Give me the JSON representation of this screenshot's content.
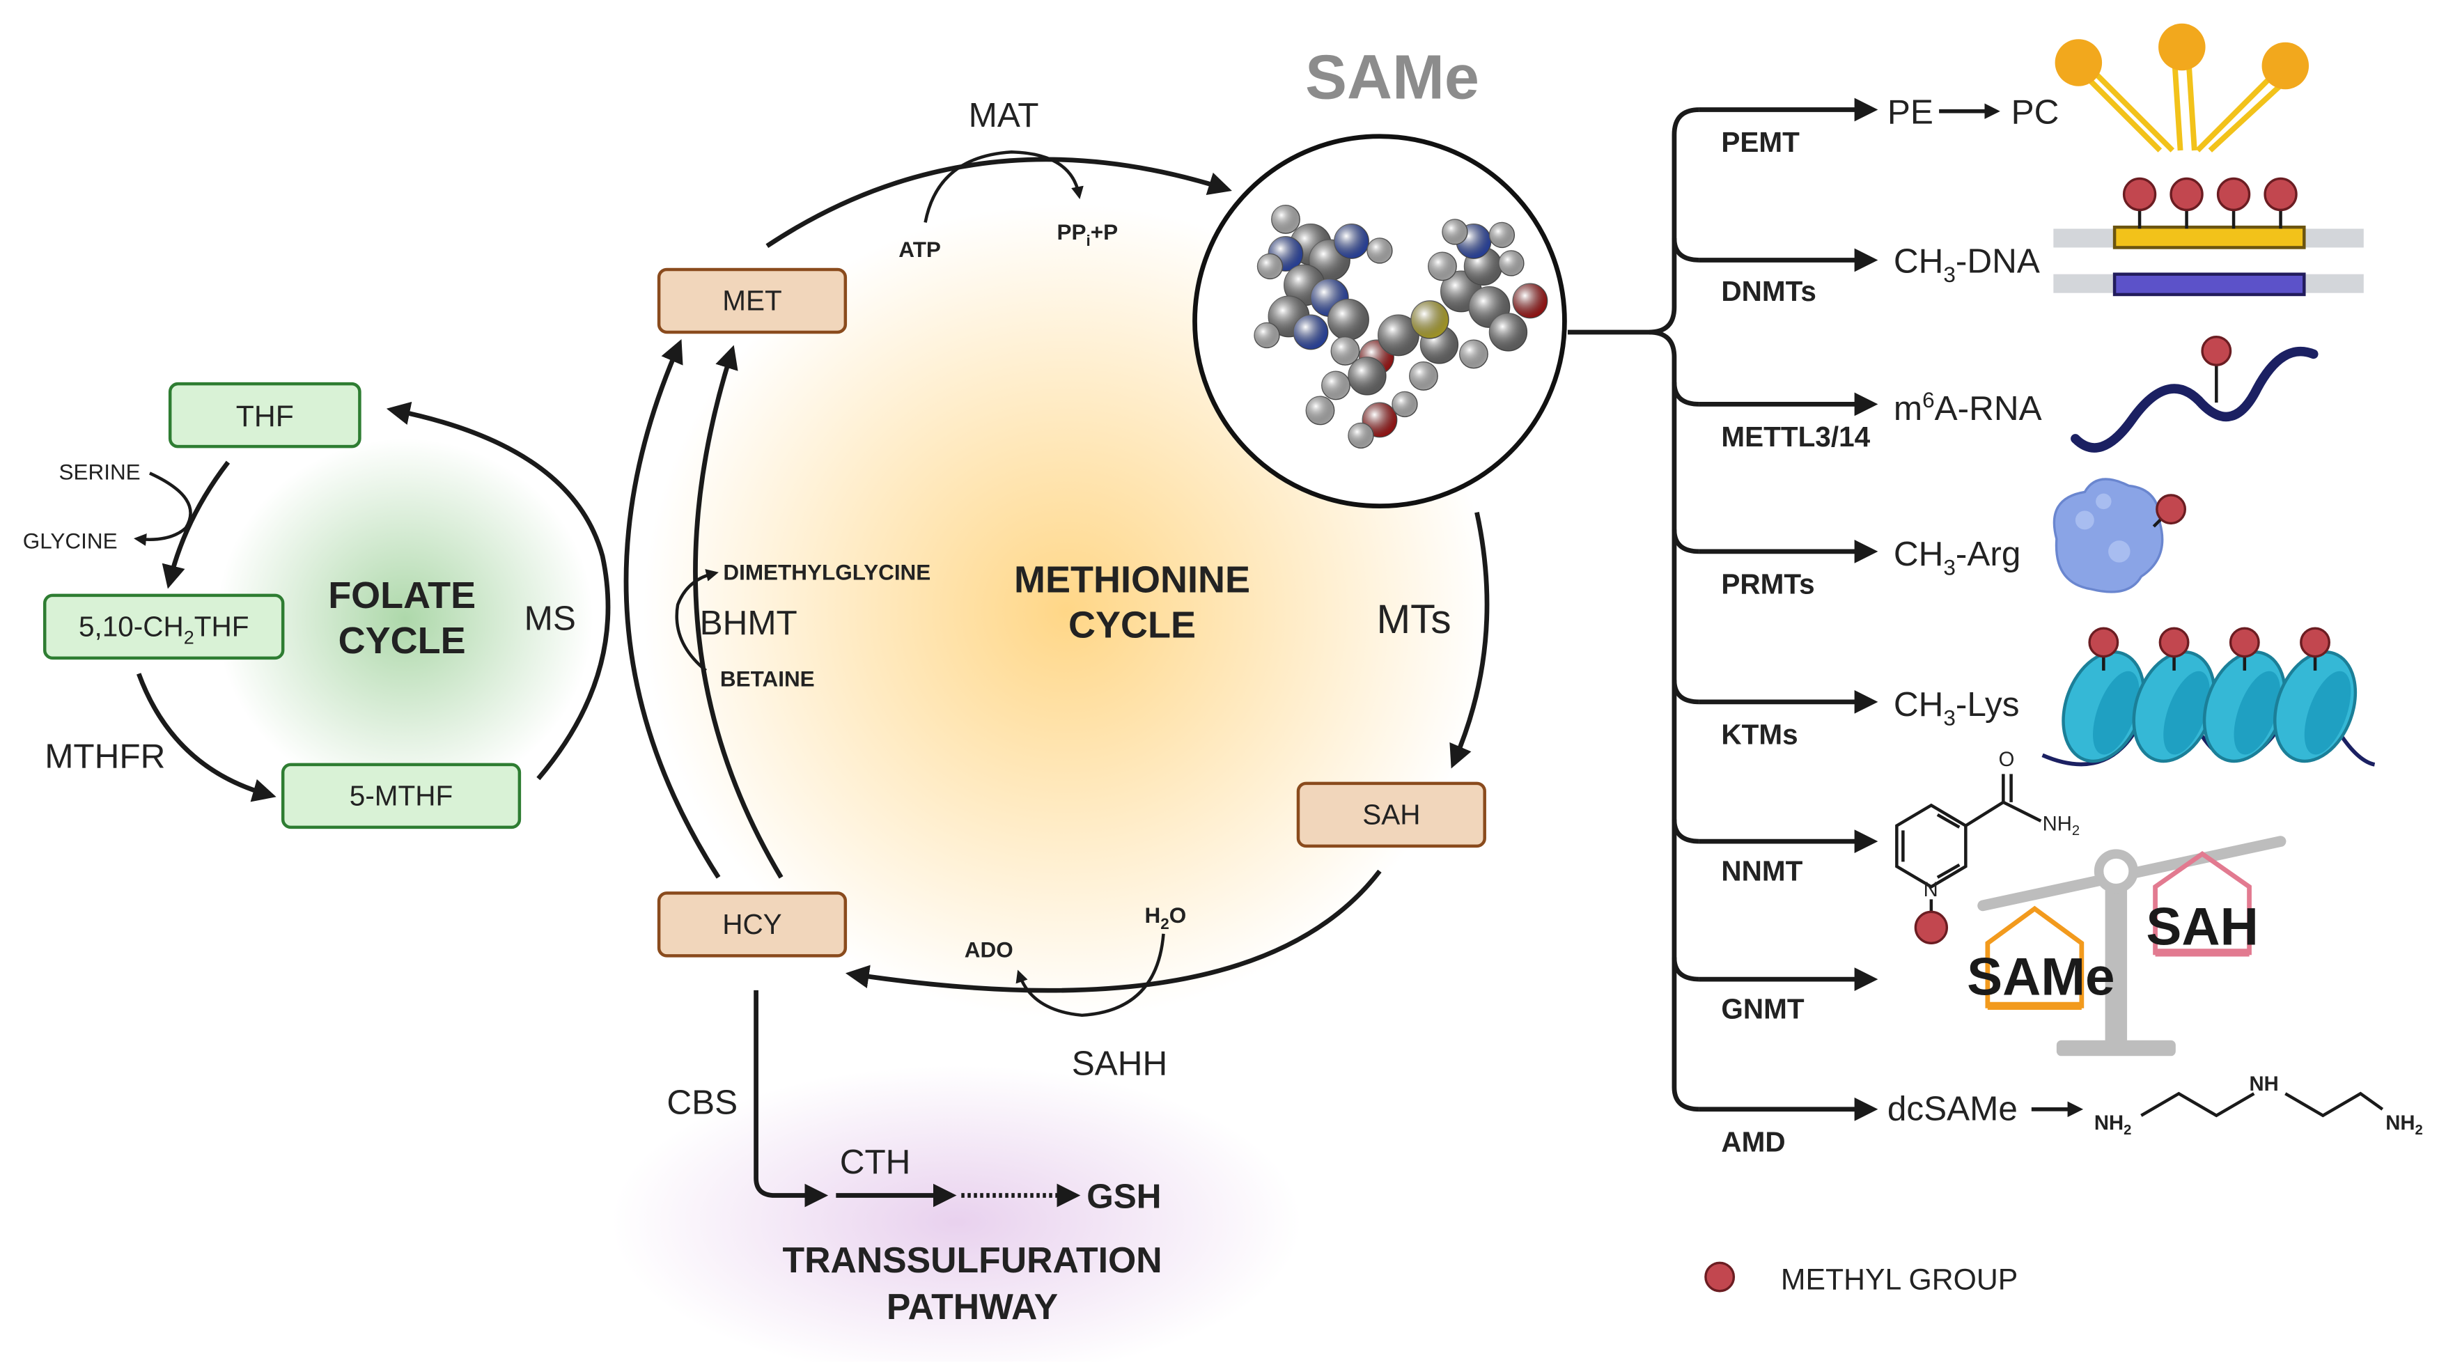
{
  "title": "SAMe",
  "colors": {
    "folate_box_fill": "#d9f2d6",
    "folate_box_stroke": "#2e7d32",
    "met_box_fill": "#f1d6bb",
    "met_box_stroke": "#8a4b1d",
    "arrow": "#1a1a1a",
    "methyl": "#c2474f",
    "glow_folate": "#9fd19b",
    "glow_methionine": "#ffd27a",
    "glow_transsulf": "#e3c6ea",
    "same_title": "#8c8c8c",
    "phospholipid_head": "#f2a81d",
    "histone": "#35b8d6",
    "dna_yellow": "#f2c21a",
    "dna_blue": "#5c52c9",
    "rna": "#1b2062",
    "protein": "#8aa4e6",
    "scale": "#bdbdbd",
    "same_tag": "#f29a1d",
    "sah_tag": "#e27a90"
  },
  "folate": {
    "label_line1": "FOLATE",
    "label_line2": "CYCLE",
    "thf": "THF",
    "ch2thf": "5,10-CH",
    "ch2thf_sub": "2",
    "ch2thf_end": "THF",
    "mthf": "5-MTHF",
    "serine": "SERINE",
    "glycine": "GLYCINE",
    "mthfr": "MTHFR",
    "ms": "MS"
  },
  "methionine": {
    "label_line1": "METHIONINE",
    "label_line2": "CYCLE",
    "met": "MET",
    "sah": "SAH",
    "hcy": "HCY",
    "mat": "MAT",
    "atp": "ATP",
    "ppi": "PP",
    "ppi_sub": "i",
    "ppi_end": "+P",
    "mts": "MTs",
    "sahh": "SAHH",
    "ado": "ADO",
    "h2o": "H",
    "h2o_sub": "2",
    "h2o_end": "O",
    "bhmt": "BHMT",
    "dimethylglycine": "DIMETHYLGLYCINE",
    "betaine": "BETAINE"
  },
  "transsulfuration": {
    "cbs": "CBS",
    "cth": "CTH",
    "gsh": "GSH",
    "label_line1": "TRANSSULFURATION",
    "label_line2": "PATHWAY"
  },
  "branches": [
    {
      "enzyme": "PEMT",
      "product": "PE",
      "product2": "PC"
    },
    {
      "enzyme": "DNMTs",
      "product": "CH",
      "sub": "3",
      "suffix": "-DNA"
    },
    {
      "enzyme": "METTL3/14",
      "product": "m",
      "sup": "6",
      "suffix": "A-RNA"
    },
    {
      "enzyme": "PRMTs",
      "product": "CH",
      "sub": "3",
      "suffix": "-Arg"
    },
    {
      "enzyme": "KTMs",
      "product": "CH",
      "sub": "3",
      "suffix": "-Lys"
    },
    {
      "enzyme": "NNMT"
    },
    {
      "enzyme": "GNMT"
    },
    {
      "enzyme": "AMD",
      "product": "dcSAMe"
    }
  ],
  "nicotinamide": {
    "o": "O",
    "nh2": "NH",
    "nh2_sub": "2",
    "n": "N"
  },
  "spermidine": {
    "nh_left": "NH",
    "nh_left_sub": "2",
    "nh_mid": "NH",
    "nh_right": "NH",
    "nh_right_sub": "2"
  },
  "balance": {
    "left": "SAMe",
    "right": "SAH"
  },
  "legend": {
    "label": "METHYL GROUP"
  }
}
